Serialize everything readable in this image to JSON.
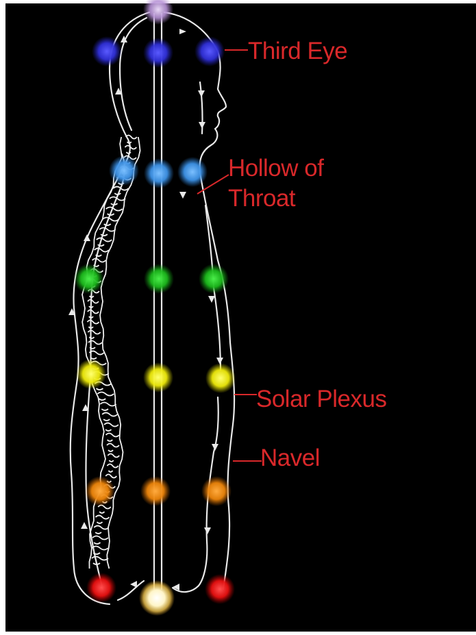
{
  "labels": {
    "third_eye": "Third Eye",
    "hollow_of_throat_line1": "Hollow of",
    "hollow_of_throat_line2": "Throat",
    "solar_plexus": "Solar Plexus",
    "navel": "Navel"
  },
  "colors": {
    "background": "#000000",
    "label": "#d9282a",
    "outline": "#e9e9e9",
    "crown": "#c7a7e0",
    "third_eye": "#3a3ae8",
    "throat": "#4aa0f0",
    "heart": "#22c422",
    "solar_plexus": "#f2ee10",
    "sacral": "#f08a10",
    "root": "#ee1414",
    "base_center": "#fff6cc"
  },
  "chakra_rows": [
    {
      "name": "third-eye",
      "color": "#3a3ae8"
    },
    {
      "name": "throat",
      "color": "#4aa0f0"
    },
    {
      "name": "heart",
      "color": "#22c422"
    },
    {
      "name": "solar-plexus",
      "color": "#f2ee10"
    },
    {
      "name": "sacral",
      "color": "#f08a10"
    },
    {
      "name": "root",
      "color": "#ee1414"
    }
  ]
}
